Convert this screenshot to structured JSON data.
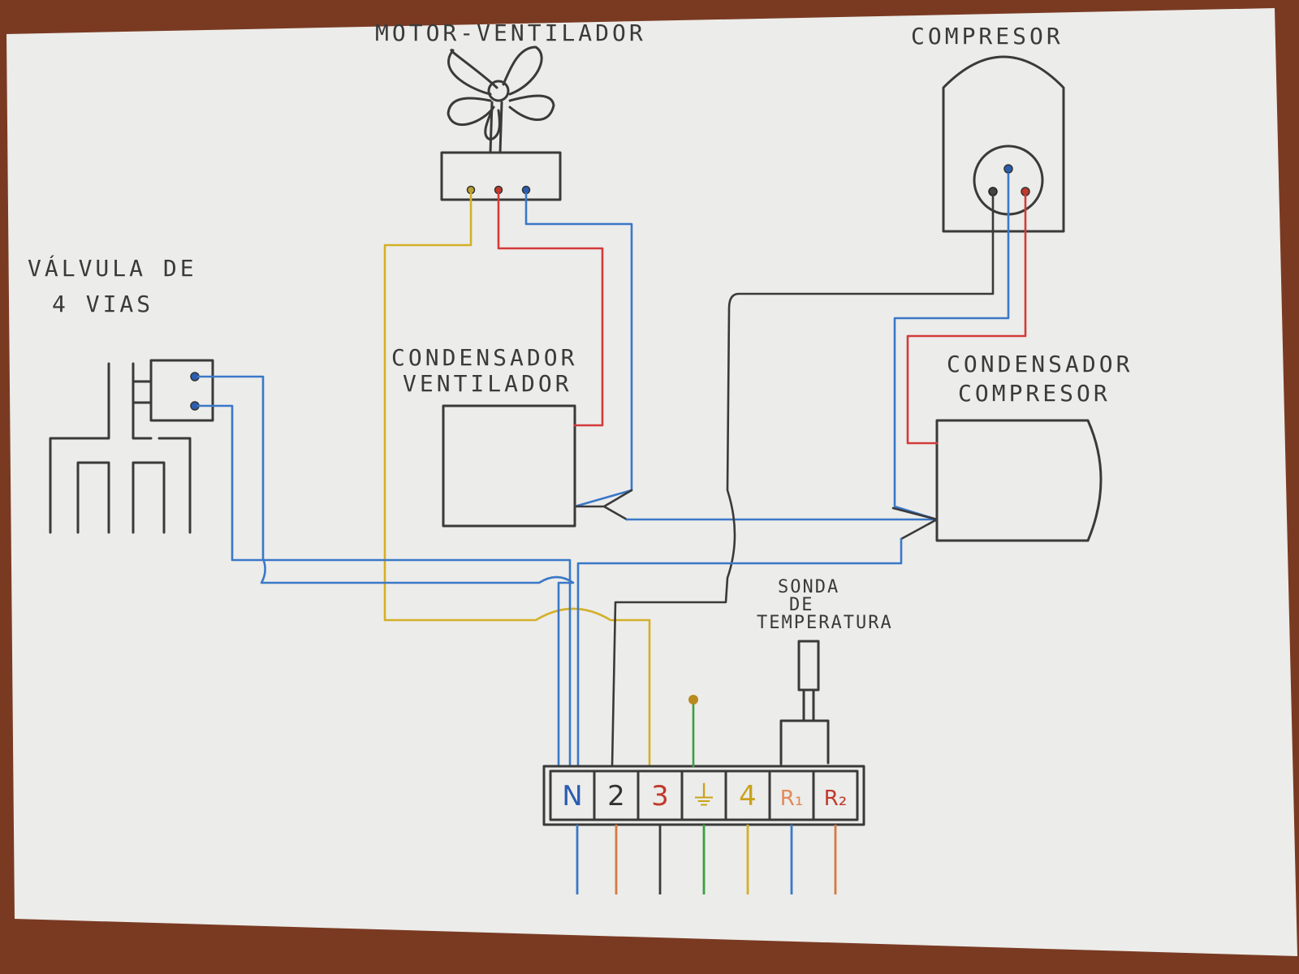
{
  "labels": {
    "motor_ventilador": "MOTOR-VENTILADOR",
    "compresor": "COMPRESOR",
    "valvula_line1": "VÁLVULA DE",
    "valvula_line2": "4 VIAS",
    "cond_vent_line1": "CONDENSADOR",
    "cond_vent_line2": "VENTILADOR",
    "cond_comp_line1": "CONDENSADOR",
    "cond_comp_line2": "COMPRESOR",
    "sonda_line1": "SONDA",
    "sonda_line2": "DE",
    "sonda_line3": "TEMPERATURA"
  },
  "terminals": [
    {
      "label": "N",
      "color": "#2a5db0"
    },
    {
      "label": "2",
      "color": "#333333"
    },
    {
      "label": "3",
      "color": "#c0392b"
    },
    {
      "label": "⏚",
      "color": "#c9a21c"
    },
    {
      "label": "4",
      "color": "#c9a21c"
    },
    {
      "label": "R₁",
      "color": "#e08a5a"
    },
    {
      "label": "R₂",
      "color": "#c0392b"
    }
  ],
  "colors": {
    "paper": "#ececea",
    "background": "#7a3a22",
    "ink": "#3a3a3a",
    "blue": "#3a78c8",
    "red": "#d23a3a",
    "yellow": "#d4b02a",
    "green": "#3aa040",
    "orange": "#d47a40"
  }
}
